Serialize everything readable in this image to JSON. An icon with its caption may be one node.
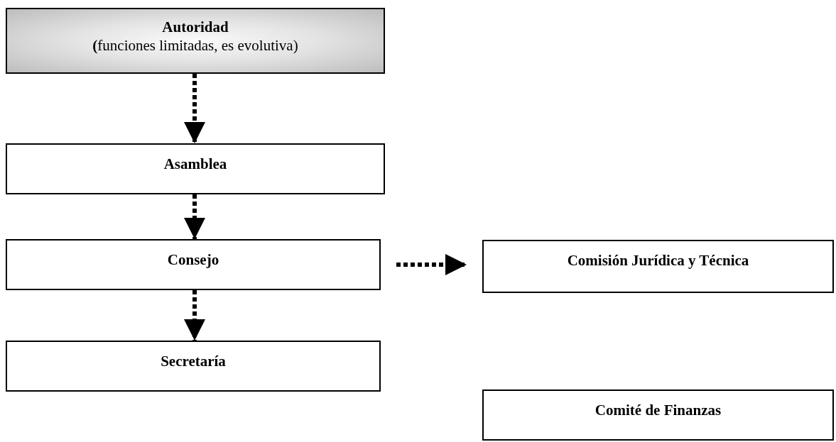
{
  "diagram": {
    "nodes": [
      {
        "text": [
          "Autoridad",
          "**(**funciones limitadas, es evolutiva)"
        ]
      },
      {
        "text": [
          "Asamblea"
        ]
      },
      {
        "text": [
          "Consejo"
        ]
      },
      {
        "text": [
          "Comisión Jurídica y Técnica"
        ]
      },
      {
        "text": [
          "Secretaría"
        ]
      },
      {
        "text": [
          "Comité de Finanzas"
        ]
      }
    ],
    "edges": [
      {
        "from": 0,
        "to": 1,
        "arrow": "to"
      },
      {
        "from": 1,
        "to": 2,
        "arrow": "to"
      },
      {
        "from": 2,
        "to": 4,
        "arrow": "to"
      },
      {
        "from": 2,
        "to": 3,
        "arrow": "to"
      }
    ]
  }
}
